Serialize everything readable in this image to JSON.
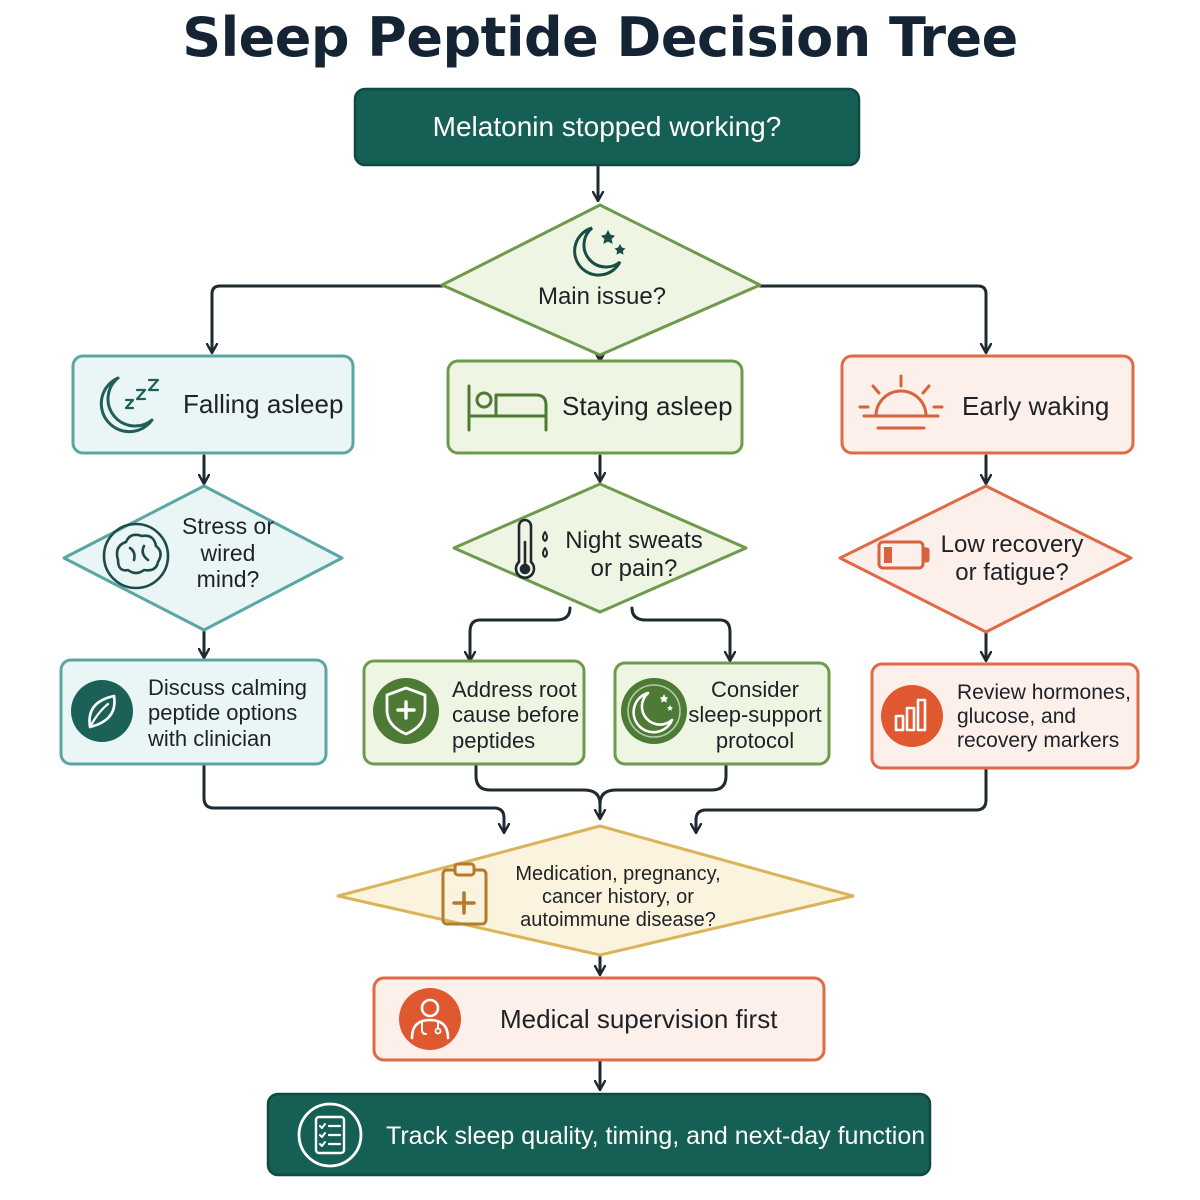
{
  "title": "Sleep Peptide Decision Tree",
  "colors": {
    "dark_teal": "#165f55",
    "teal": "#5aa6a3",
    "teal_fill": "#eaf6f5",
    "green": "#6f9a4b",
    "green_fill": "#eef5e3",
    "orange": "#e06a45",
    "orange_fill": "#fdf0ea",
    "gold": "#d9b458",
    "gold_fill": "#fbf3dd",
    "arrow": "#1e2a30"
  },
  "nodes": {
    "start": {
      "label": "Melatonin stopped working?"
    },
    "main_issue": {
      "label": "Main issue?",
      "icon": "moon-stars-icon"
    },
    "falling_asleep": {
      "label": "Falling asleep",
      "icon": "moon-zzz-icon"
    },
    "staying_asleep": {
      "label": "Staying asleep",
      "icon": "bed-icon"
    },
    "early_waking": {
      "label": "Early waking",
      "icon": "sunrise-icon"
    },
    "stress": {
      "label": "Stress or\nwired mind?",
      "icon": "brain-icon"
    },
    "night_sweats": {
      "label": "Night sweats\nor pain?",
      "icon": "thermometer-icon"
    },
    "low_recovery": {
      "label": "Low recovery\nor fatigue?",
      "icon": "battery-low-icon"
    },
    "calming": {
      "label": "Discuss calming\npeptide options\nwith clinician",
      "icon": "leaf-icon"
    },
    "root_cause": {
      "label": "Address root\ncause before\npeptides",
      "icon": "shield-plus-icon"
    },
    "sleep_support": {
      "label": "Consider\nsleep-support\nprotocol",
      "icon": "moon-badge-icon"
    },
    "review": {
      "label": "Review hormones,\nglucose, and\nrecovery markers",
      "icon": "bar-chart-icon"
    },
    "medication": {
      "label": "Medication, pregnancy,\ncancer history, or\nautoimmune disease?",
      "icon": "clipboard-plus-icon"
    },
    "supervision": {
      "label": "Medical supervision first",
      "icon": "doctor-icon"
    },
    "track": {
      "label": "Track sleep quality, timing, and next-day function",
      "icon": "checklist-icon"
    }
  }
}
